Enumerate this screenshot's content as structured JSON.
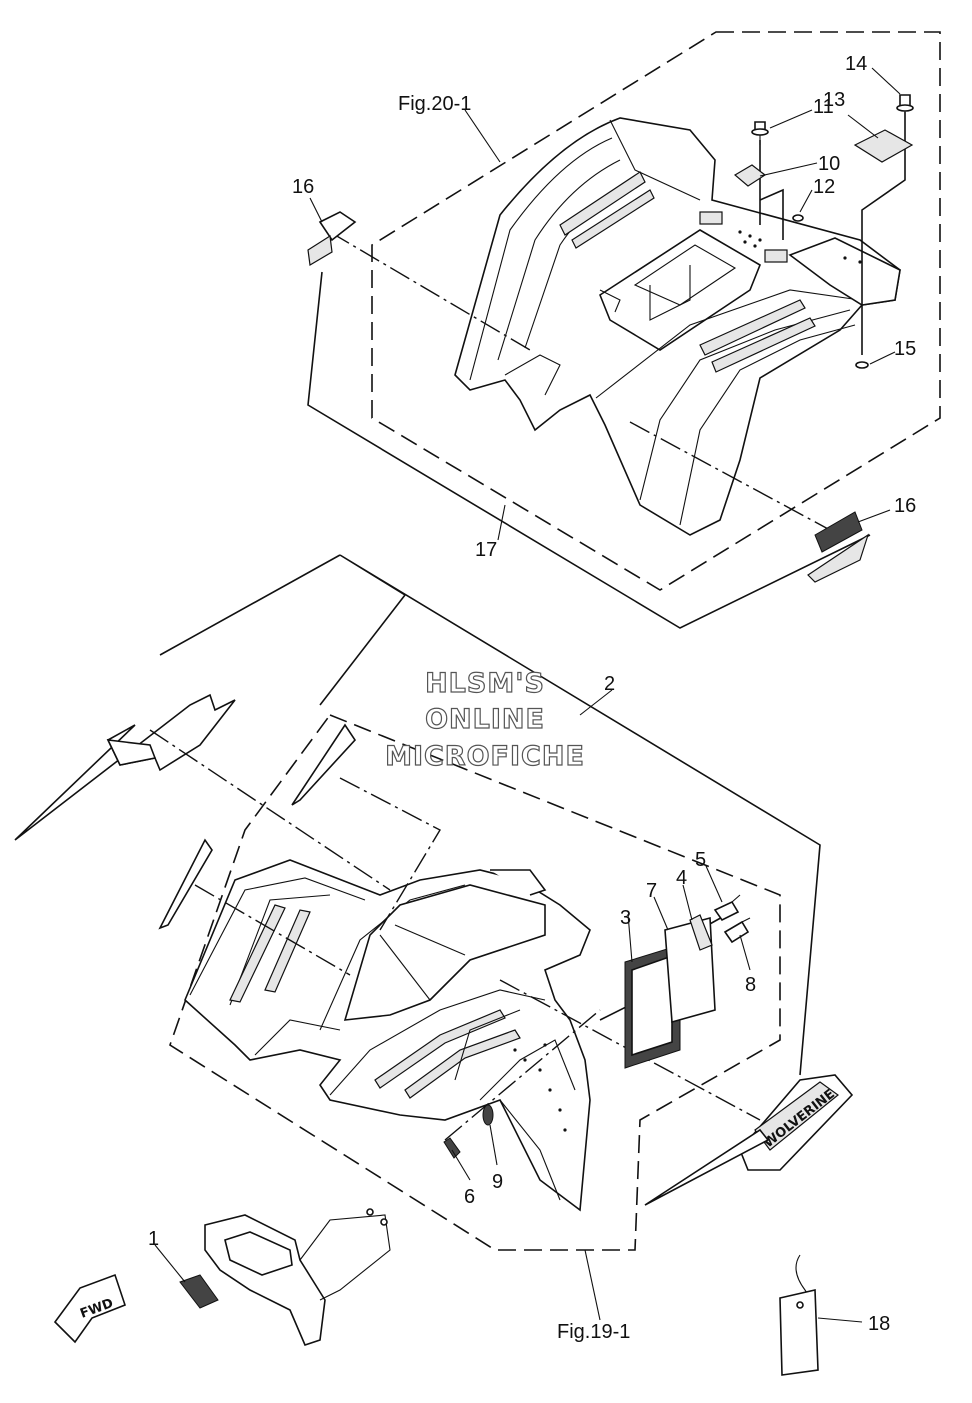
{
  "figure_refs": {
    "rear": "Fig.20-1",
    "front": "Fig.19-1"
  },
  "watermark": {
    "line1": "HLSM'S",
    "line2": "ONLINE",
    "line3": "MICROFICHE"
  },
  "callouts": {
    "p1": "1",
    "p2": "2",
    "p3": "3",
    "p4": "4",
    "p5": "5",
    "p6": "6",
    "p7": "7",
    "p8": "8",
    "p9": "9",
    "p10": "10",
    "p11": "11",
    "p12": "12",
    "p13": "13",
    "p14": "14",
    "p15": "15",
    "p16a": "16",
    "p16b": "16",
    "p17": "17",
    "p18": "18"
  },
  "decals": {
    "side_emblem": "WOLVERINE",
    "direction_label": "FWD"
  }
}
